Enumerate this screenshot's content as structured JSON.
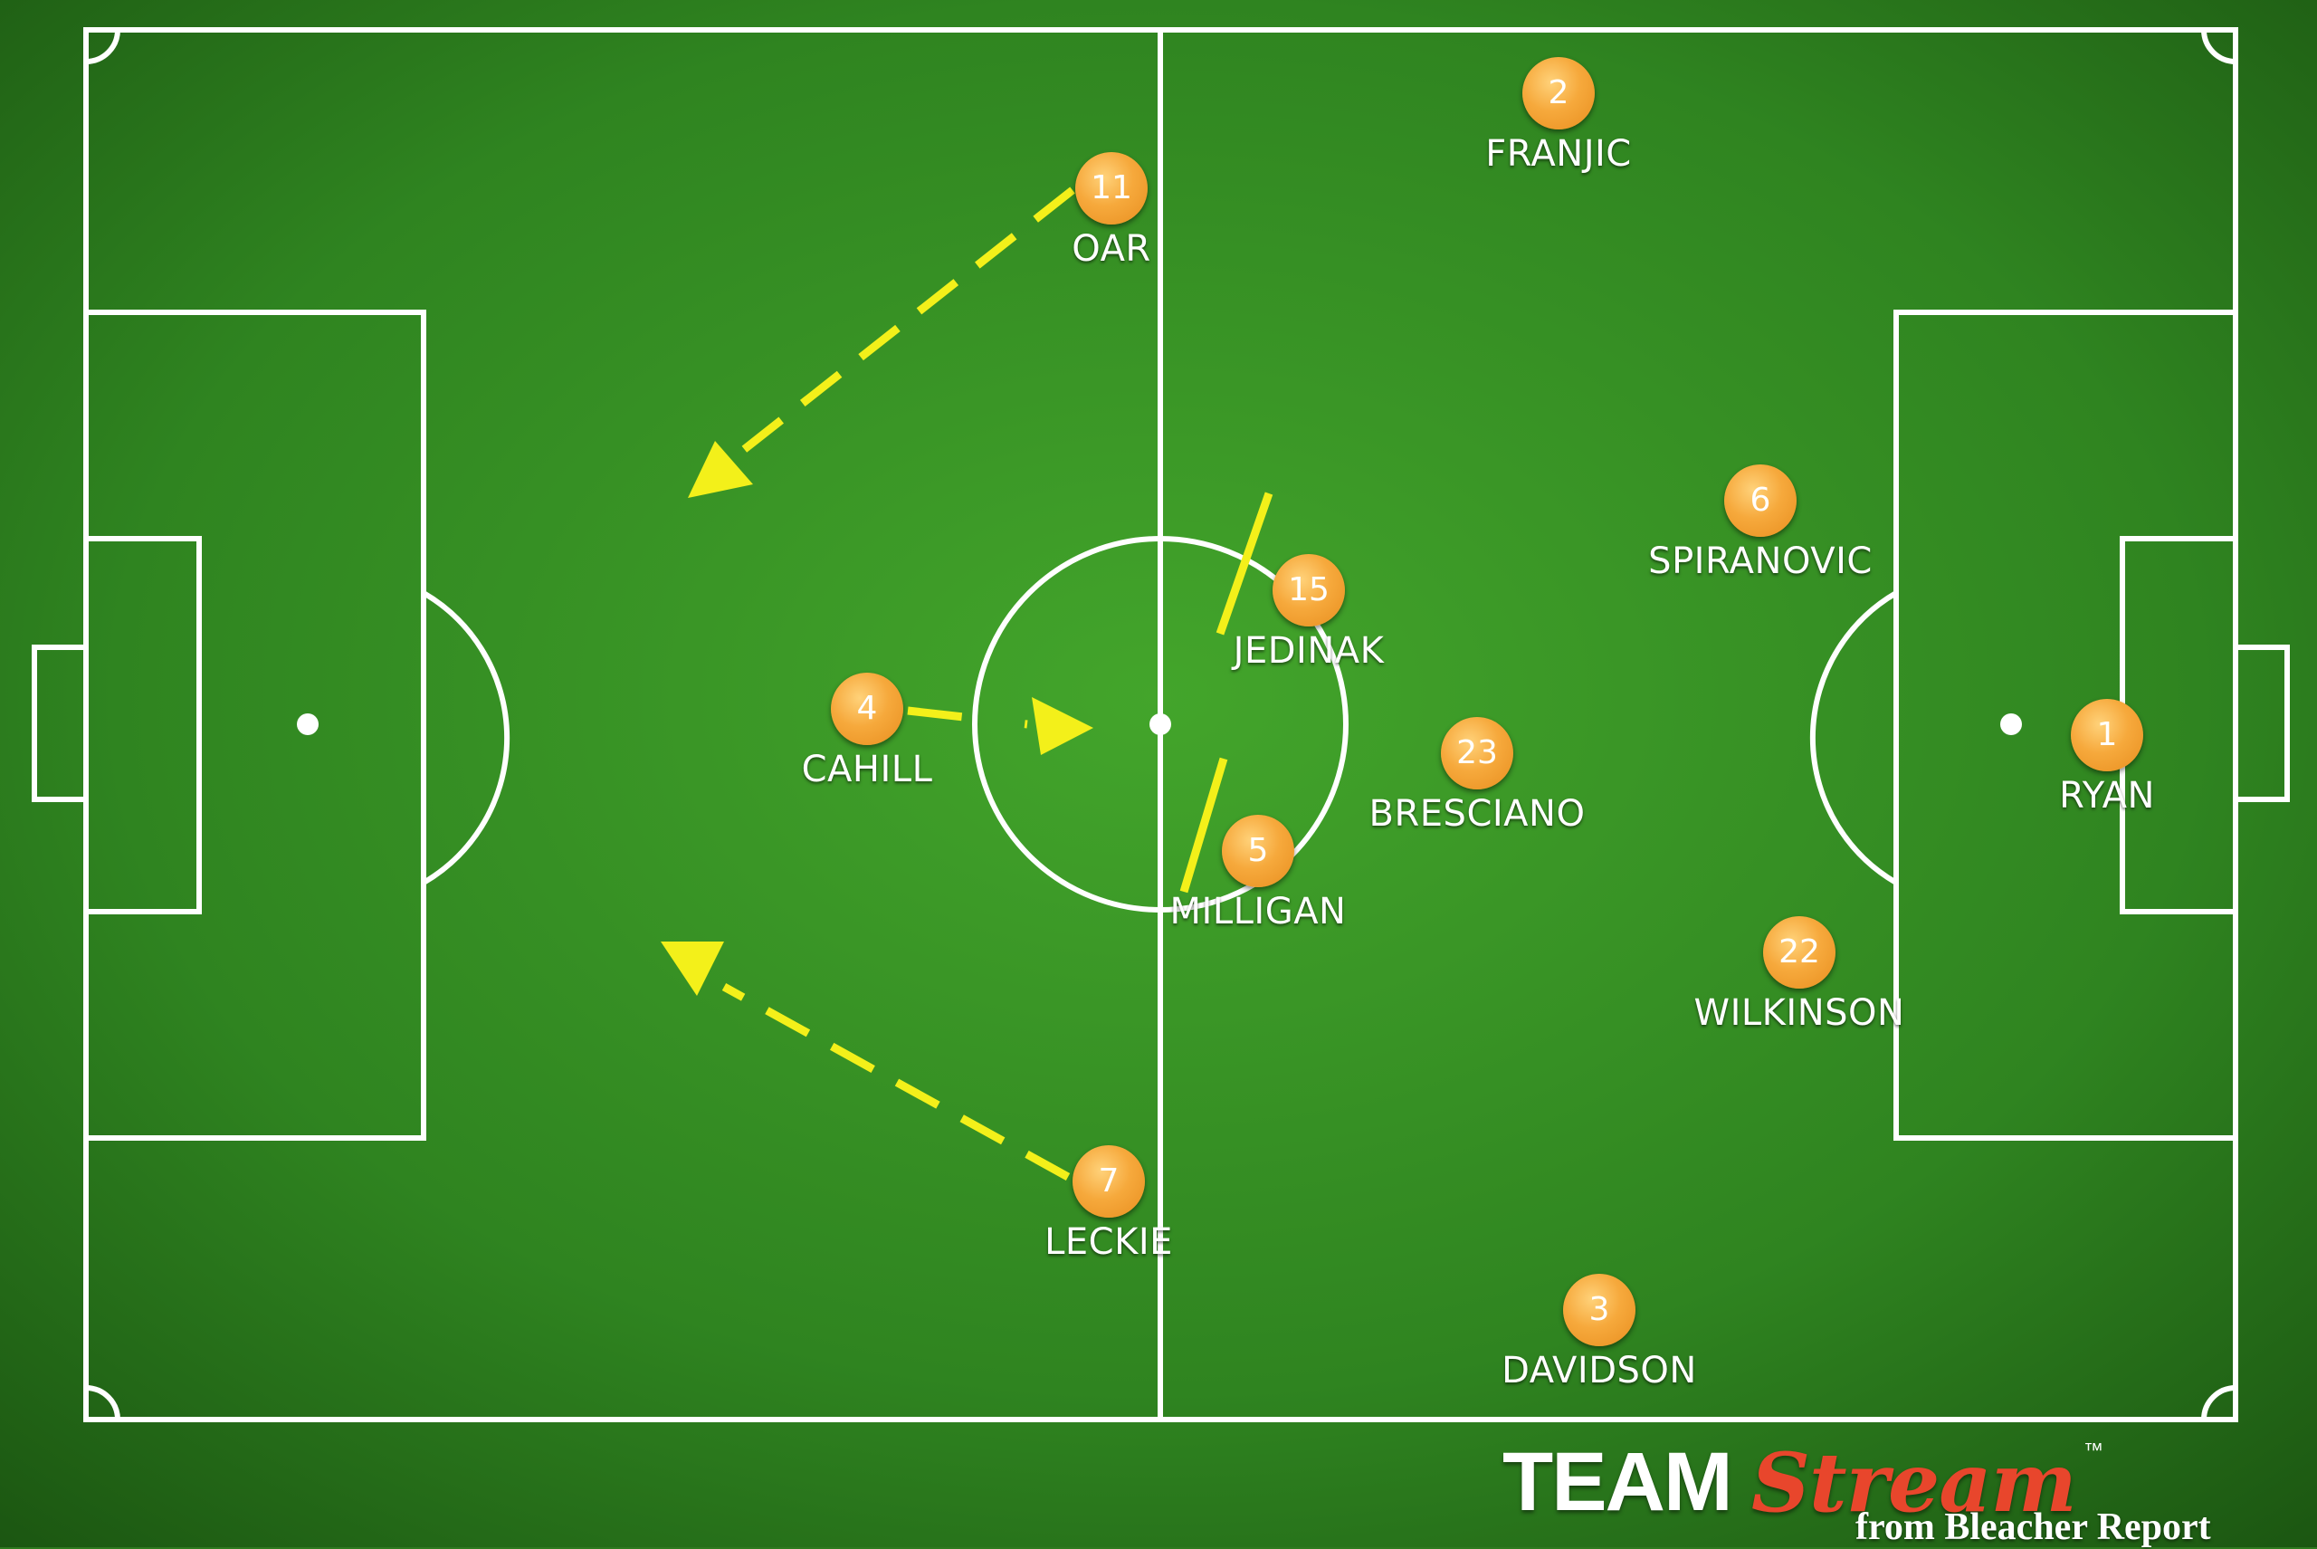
{
  "colors": {
    "pitch_light": "#3c9a26",
    "pitch_dark": "#1f5e14",
    "lines": "#ffffff",
    "arrows": "#f3f01a",
    "badge": "#f6a93c"
  },
  "players": [
    {
      "number": "2",
      "name": "FRANJIC"
    },
    {
      "number": "11",
      "name": "OAR"
    },
    {
      "number": "6",
      "name": "SPIRANOVIC"
    },
    {
      "number": "15",
      "name": "JEDINAK"
    },
    {
      "number": "4",
      "name": "CAHILL"
    },
    {
      "number": "23",
      "name": "BRESCIANO"
    },
    {
      "number": "1",
      "name": "RYAN"
    },
    {
      "number": "5",
      "name": "MILLIGAN"
    },
    {
      "number": "22",
      "name": "WILKINSON"
    },
    {
      "number": "7",
      "name": "LECKIE"
    },
    {
      "number": "3",
      "name": "DAVIDSON"
    }
  ],
  "brand": {
    "team": "TEAM",
    "stream": "Stream",
    "trademark": "™",
    "from": "from Bleacher Report"
  }
}
